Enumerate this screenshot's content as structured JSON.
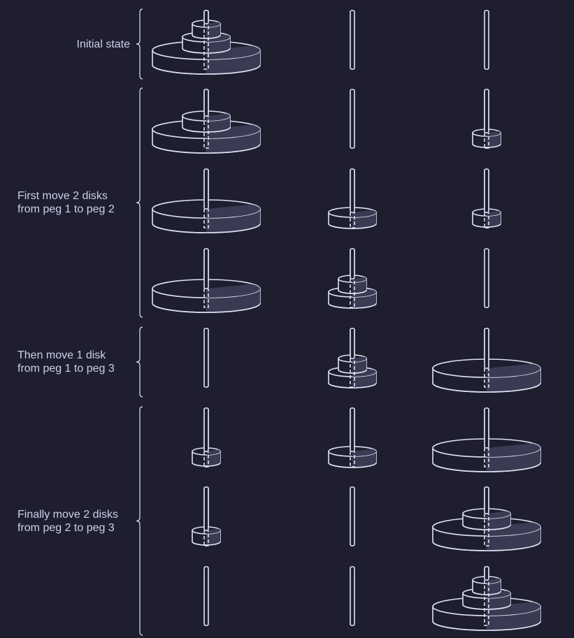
{
  "groups": [
    {
      "lines": [
        "Initial state"
      ],
      "rows": [
        0,
        0
      ]
    },
    {
      "lines": [
        "First move 2 disks",
        "from peg 1 to peg 2"
      ],
      "rows": [
        1,
        3
      ]
    },
    {
      "lines": [
        "Then move 1 disk",
        "from peg 1 to peg 3"
      ],
      "rows": [
        4,
        4
      ]
    },
    {
      "lines": [
        "Finally move 2 disks",
        "from peg 2 to peg 3"
      ],
      "rows": [
        5,
        7
      ]
    }
  ],
  "states": [
    [
      [
        3,
        2,
        1
      ],
      [],
      []
    ],
    [
      [
        3,
        2
      ],
      [],
      [
        1
      ]
    ],
    [
      [
        3
      ],
      [
        2
      ],
      [
        1
      ]
    ],
    [
      [
        3
      ],
      [
        2,
        1
      ],
      []
    ],
    [
      [],
      [
        2,
        1
      ],
      [
        3
      ]
    ],
    [
      [
        1
      ],
      [
        2
      ],
      [
        3
      ]
    ],
    [
      [
        1
      ],
      [],
      [
        3,
        2
      ]
    ],
    [
      [],
      [],
      [
        3,
        2,
        1
      ]
    ]
  ],
  "colors": {
    "background": "#1e1e2e",
    "stroke": "#dfe2f5",
    "shade": "#3a3b52",
    "text": "#cdd0ea"
  }
}
